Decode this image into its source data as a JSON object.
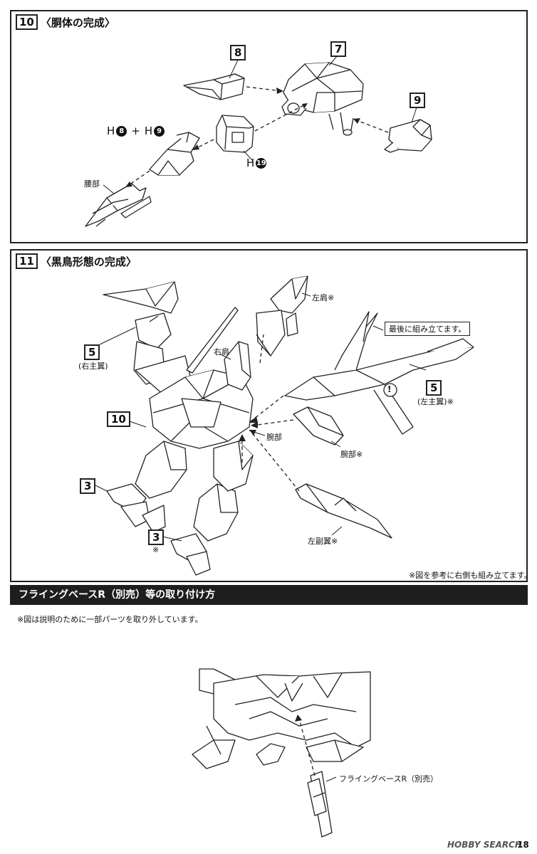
{
  "step10": {
    "number": "10",
    "title": "〈胴体の完成〉",
    "part_numbers": {
      "p8": "8",
      "p7": "7",
      "p9": "9"
    },
    "code_h8_h9": {
      "prefix1": "H",
      "n1": "8",
      "plus": "+",
      "prefix2": "H",
      "n2": "9"
    },
    "code_h19": {
      "prefix": "H",
      "n": "19"
    },
    "label_waist": "腰部"
  },
  "step11": {
    "number": "11",
    "title": "〈黒鳥形態の完成〉",
    "part_numbers": {
      "p5_right": "5",
      "p10": "10",
      "p3_a": "3",
      "p3_b": "3",
      "p5_left": "5"
    },
    "label_right_main_wing": "(右主翼)",
    "label_right_shoulder": "右肩",
    "label_left_shoulder": "左肩※",
    "label_assemble_last": "最後に組み立てます。",
    "label_left_main_wing": "(左主翼)※",
    "label_arm": "腕部",
    "label_arm_note": "腕部※",
    "label_left_sub_wing": "左副翼※",
    "label_asterisk": "※",
    "caution_mark": "!",
    "note_right_side": "※図を参考に右側も組み立てます。"
  },
  "flying_base": {
    "bar_title": "フライングベースR（別売）等の取り付け方",
    "note": "※図は説明のために一部パーツを取り外しています。",
    "label_base": "フライングベースR（別売）"
  },
  "footer": {
    "watermark": "HOBBY SEARCH",
    "page_number": "18"
  }
}
